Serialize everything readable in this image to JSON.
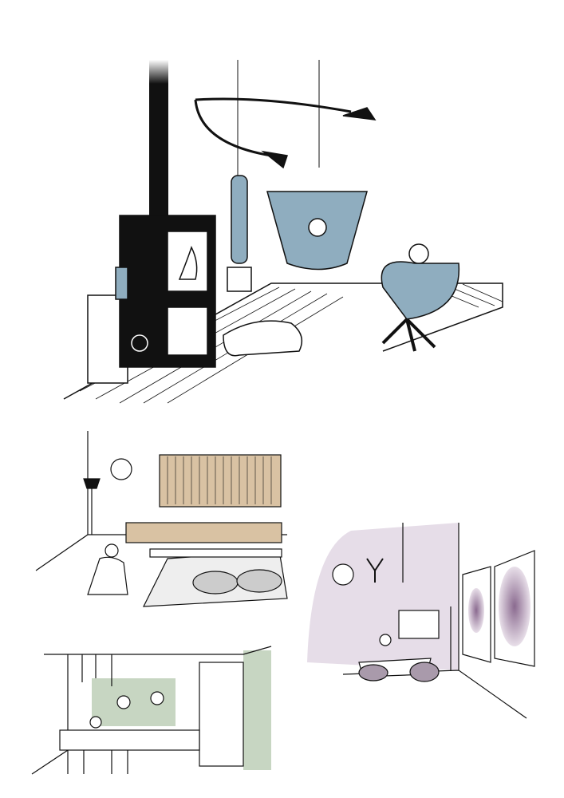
{
  "colors": {
    "ink": "#111111",
    "blue": "#8fadbf",
    "wood": "#d9c2a3",
    "lilac": "#e6dde8",
    "purple": "#8a6a8f",
    "sage": "#c7d6c2"
  },
  "scenes": [
    {
      "id": "living-room-stove"
    },
    {
      "id": "meditation-room"
    },
    {
      "id": "dining-gallery"
    },
    {
      "id": "kitchen"
    }
  ]
}
